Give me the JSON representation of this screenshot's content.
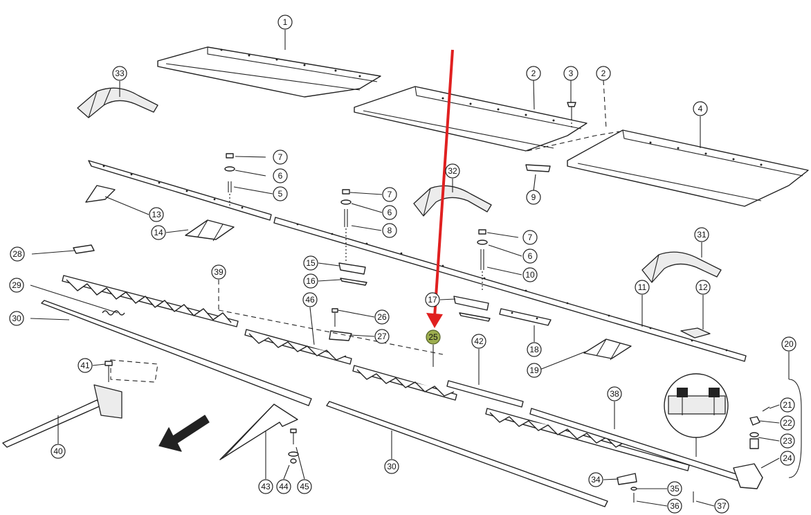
{
  "callouts": [
    {
      "id": "c1",
      "label": "1"
    },
    {
      "id": "c2a",
      "label": "2"
    },
    {
      "id": "c2b",
      "label": "2"
    },
    {
      "id": "c3",
      "label": "3"
    },
    {
      "id": "c4",
      "label": "4"
    },
    {
      "id": "c5",
      "label": "5"
    },
    {
      "id": "c6a",
      "label": "6"
    },
    {
      "id": "c6b",
      "label": "6"
    },
    {
      "id": "c6c",
      "label": "6"
    },
    {
      "id": "c7a",
      "label": "7"
    },
    {
      "id": "c7b",
      "label": "7"
    },
    {
      "id": "c7c",
      "label": "7"
    },
    {
      "id": "c8",
      "label": "8"
    },
    {
      "id": "c9",
      "label": "9"
    },
    {
      "id": "c10",
      "label": "10"
    },
    {
      "id": "c11",
      "label": "11"
    },
    {
      "id": "c12",
      "label": "12"
    },
    {
      "id": "c13",
      "label": "13"
    },
    {
      "id": "c14",
      "label": "14"
    },
    {
      "id": "c15",
      "label": "15"
    },
    {
      "id": "c16",
      "label": "16"
    },
    {
      "id": "c17",
      "label": "17"
    },
    {
      "id": "c18",
      "label": "18"
    },
    {
      "id": "c19",
      "label": "19"
    },
    {
      "id": "c20",
      "label": "20"
    },
    {
      "id": "c21",
      "label": "21"
    },
    {
      "id": "c22",
      "label": "22"
    },
    {
      "id": "c23",
      "label": "23"
    },
    {
      "id": "c24",
      "label": "24"
    },
    {
      "id": "c25",
      "label": "25"
    },
    {
      "id": "c26",
      "label": "26"
    },
    {
      "id": "c27",
      "label": "27"
    },
    {
      "id": "c28",
      "label": "28"
    },
    {
      "id": "c29",
      "label": "29"
    },
    {
      "id": "c30a",
      "label": "30"
    },
    {
      "id": "c30b",
      "label": "30"
    },
    {
      "id": "c31",
      "label": "31"
    },
    {
      "id": "c32",
      "label": "32"
    },
    {
      "id": "c33",
      "label": "33"
    },
    {
      "id": "c34",
      "label": "34"
    },
    {
      "id": "c35",
      "label": "35"
    },
    {
      "id": "c36",
      "label": "36"
    },
    {
      "id": "c37",
      "label": "37"
    },
    {
      "id": "c38",
      "label": "38"
    },
    {
      "id": "c39",
      "label": "39"
    },
    {
      "id": "c40",
      "label": "40"
    },
    {
      "id": "c41",
      "label": "41"
    },
    {
      "id": "c42",
      "label": "42"
    },
    {
      "id": "c43",
      "label": "43"
    },
    {
      "id": "c44",
      "label": "44"
    },
    {
      "id": "c45",
      "label": "45"
    },
    {
      "id": "c46",
      "label": "46"
    }
  ],
  "highlight": {
    "callout": "25",
    "color": "#9dae4f",
    "arrow_color": "#e02020"
  }
}
